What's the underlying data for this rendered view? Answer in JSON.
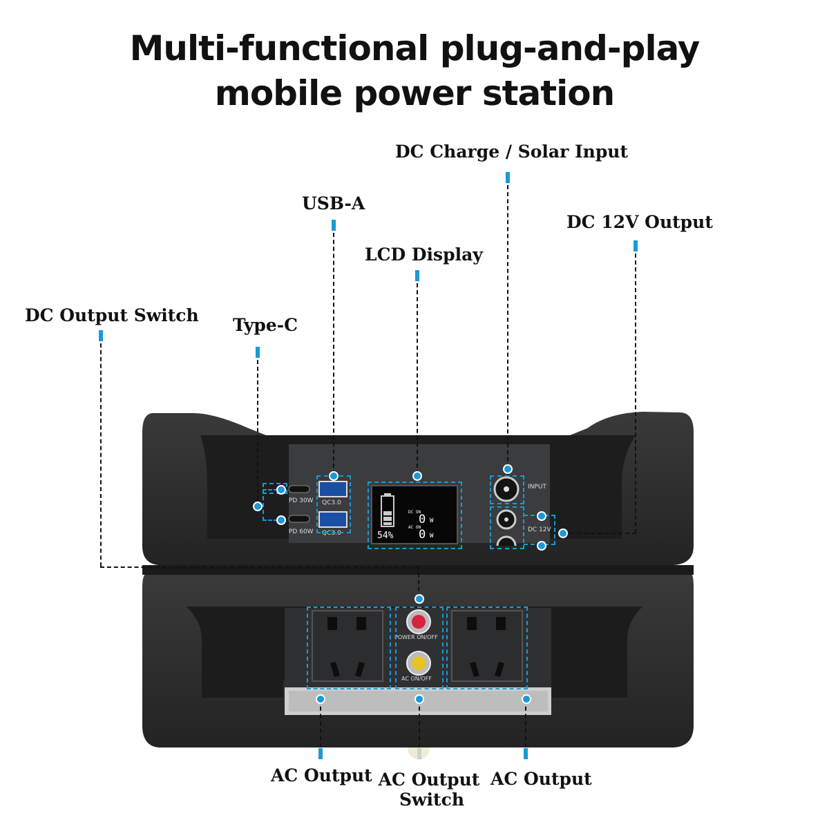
{
  "title": {
    "line1": "Multi-functional plug-and-play",
    "line2": "mobile power station"
  },
  "labels": {
    "dc_charge": "DC Charge / Solar Input",
    "usb_a": "USB-A",
    "dc_12v": "DC 12V Output",
    "lcd": "LCD Display",
    "dc_switch": "DC Output Switch",
    "type_c": "Type-C",
    "ac_output_left": "AC Output",
    "ac_switch_line1": "AC Output",
    "ac_switch_line2": "Switch",
    "ac_output_right": "AC Output"
  },
  "panel": {
    "pd30": "PD 30W",
    "pd60": "PD 60W",
    "qc_top": "QC3.0",
    "qc_bottom": "QC3.0",
    "input": "INPUT",
    "dc12v": "DC 12V",
    "power_onoff": "POWER ON/OFF",
    "ac_onoff": "AC ON/OFF"
  },
  "lcd": {
    "battery_percent": "54%",
    "dc_label": "DC ON",
    "ac_label": "AC ON",
    "dc_watts": "0",
    "ac_watts": "0",
    "unit_dc": "W",
    "unit_ac": "W"
  },
  "colors": {
    "accent": "#1a9ad6",
    "body": "#2b2b2b",
    "panel": "#3a3b3d"
  }
}
